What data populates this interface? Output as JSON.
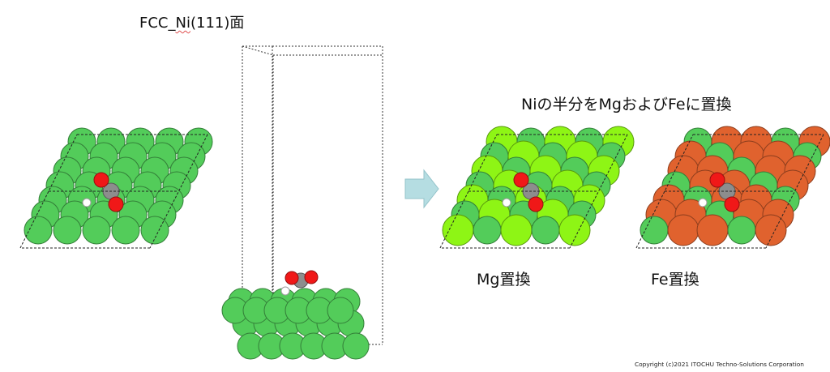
{
  "title": {
    "prefix": "FCC_",
    "squiggled": "Ni",
    "suffix": "(111)面"
  },
  "substitution_title": "Niの半分をMgおよびFeに置換",
  "panels": {
    "mg_label": "Mg置換",
    "fe_label": "Fe置換"
  },
  "arrow_icon": "right-arrow-icon",
  "copyright": "Copyright (c)2021 ITOCHU Techno-Solutions Corporation",
  "colors": {
    "ni": "#53cc5a",
    "mg": "#8ef515",
    "fe": "#e0622e",
    "oxygen": "#f01818",
    "carbon": "#8d8d8d",
    "hydrogen": "#ffffff",
    "arrow": "#b5dde2"
  }
}
